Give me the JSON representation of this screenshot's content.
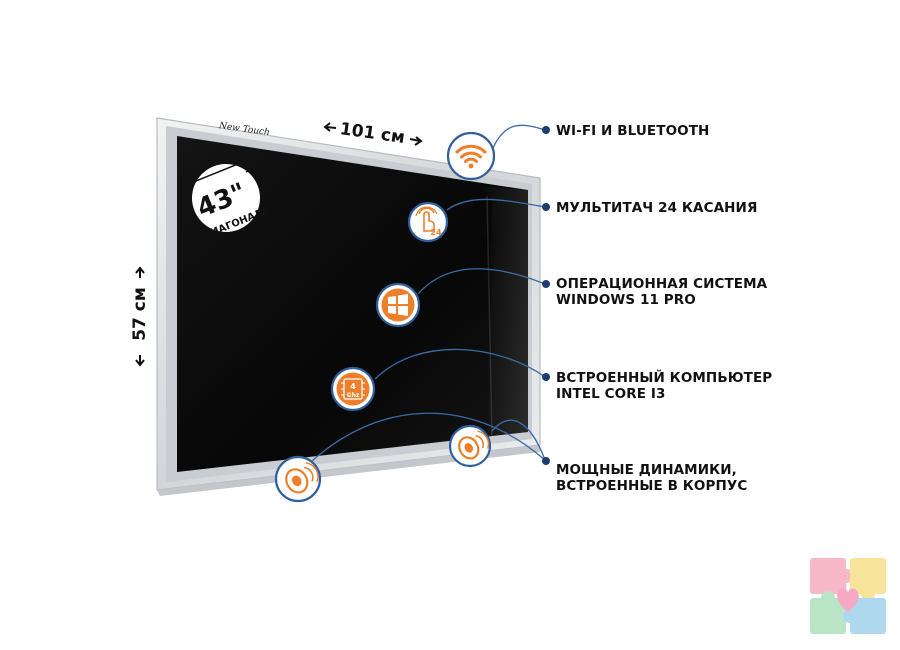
{
  "brand": {
    "logo_text": "New Touch"
  },
  "dimensions": {
    "width_label": "101 см",
    "height_label": "57 см"
  },
  "diagonal": {
    "size": "43\"",
    "label": "ДИАГОНАЛЬ"
  },
  "features": [
    {
      "line1": "WI-FI И BLUETOOTH",
      "line2": ""
    },
    {
      "line1": "МУЛЬТИТАЧ 24 КАСАНИЯ",
      "line2": ""
    },
    {
      "line1": "ОПЕРАЦИОННАЯ СИСТЕМА",
      "line2": "WINDOWS 11 PRO"
    },
    {
      "line1": "ВСТРОЕННЫЙ КОМПЬЮТЕР",
      "line2": "INTEL CORE I3"
    },
    {
      "line1": "МОЩНЫЕ ДИНАМИКИ,",
      "line2": "ВСТРОЕННЫЕ В КОРПУС"
    }
  ],
  "icons": {
    "touch_count": "24",
    "cpu_line1": "4",
    "cpu_line2": "Ghz"
  },
  "colors": {
    "accent_orange": "#ee7e2a",
    "icon_ring_blue": "#2f5f9e",
    "connector_blue": "#3a6aa8",
    "screen_black": "#0b0b0b",
    "frame_silver": "#d7d9dc"
  }
}
